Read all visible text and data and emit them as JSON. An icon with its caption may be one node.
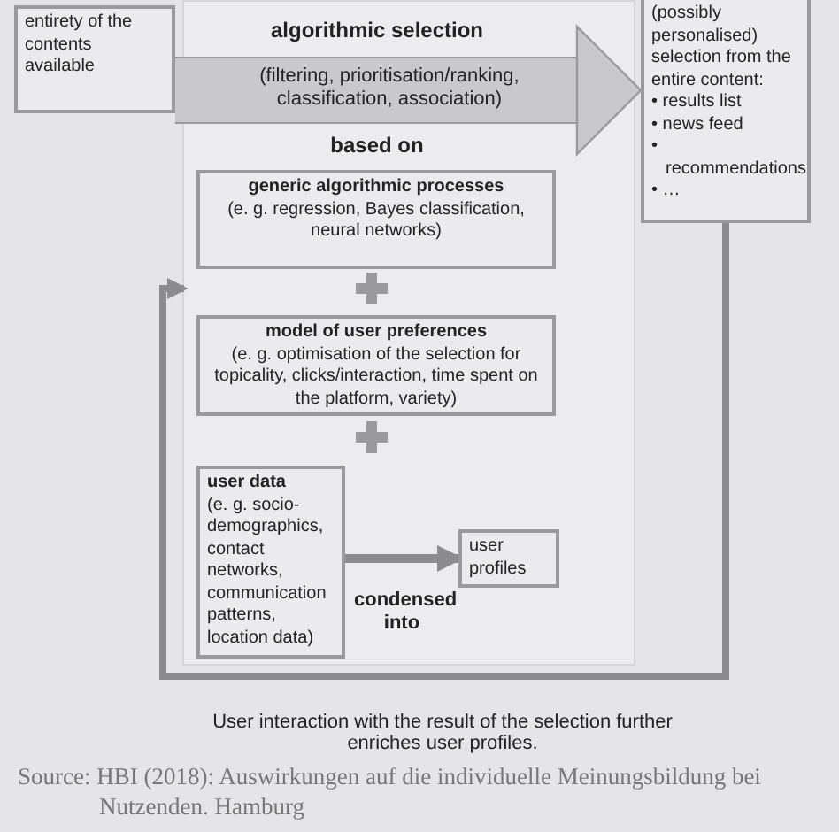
{
  "diagram": {
    "caption": "Source: HBI (2018): Auswirkungen auf die individuelle Meinungsbildung bei Nutzenden. Hamburg",
    "nodes": [
      {
        "text": [
          "entirety of the contents available"
        ]
      },
      {
        "text": [],
        "shape": "box"
      },
      {
        "text": [
          "generic algorithmic processes",
          "(e. g. regression, Bayes classification, neural networks)"
        ],
        "in": 1
      },
      {
        "text": [
          "model of user preferences",
          "(e. g. optimisation of the selection for topicality, clicks/interaction, time spent on the platform, variety)"
        ],
        "in": 1
      },
      {
        "text": [
          "user data",
          "(e. g. socio-demographics, contact networks, communication patterns, location data)"
        ],
        "in": 1
      },
      {
        "text": [
          "user profiles"
        ],
        "in": 1
      },
      {
        "text": [
          "(possibly personalised) selection from the entire content:",
          "• results list",
          "• news feed",
          "• recommendations",
          "• …"
        ]
      }
    ],
    "edges": [
      {
        "from": 0,
        "to": 6,
        "arrow": "to",
        "label": "(filtering, prioritisation/ranking, classification, association)",
        "style": "thick"
      },
      {
        "from": 4,
        "to": 5,
        "arrow": "to",
        "label": "condensed into"
      },
      {
        "from": 6,
        "to": 1,
        "arrow": "to"
      }
    ],
    "labels": [
      "algorithmic selection",
      "based on",
      "User interaction with the result of the selection further enriches user profiles."
    ]
  }
}
